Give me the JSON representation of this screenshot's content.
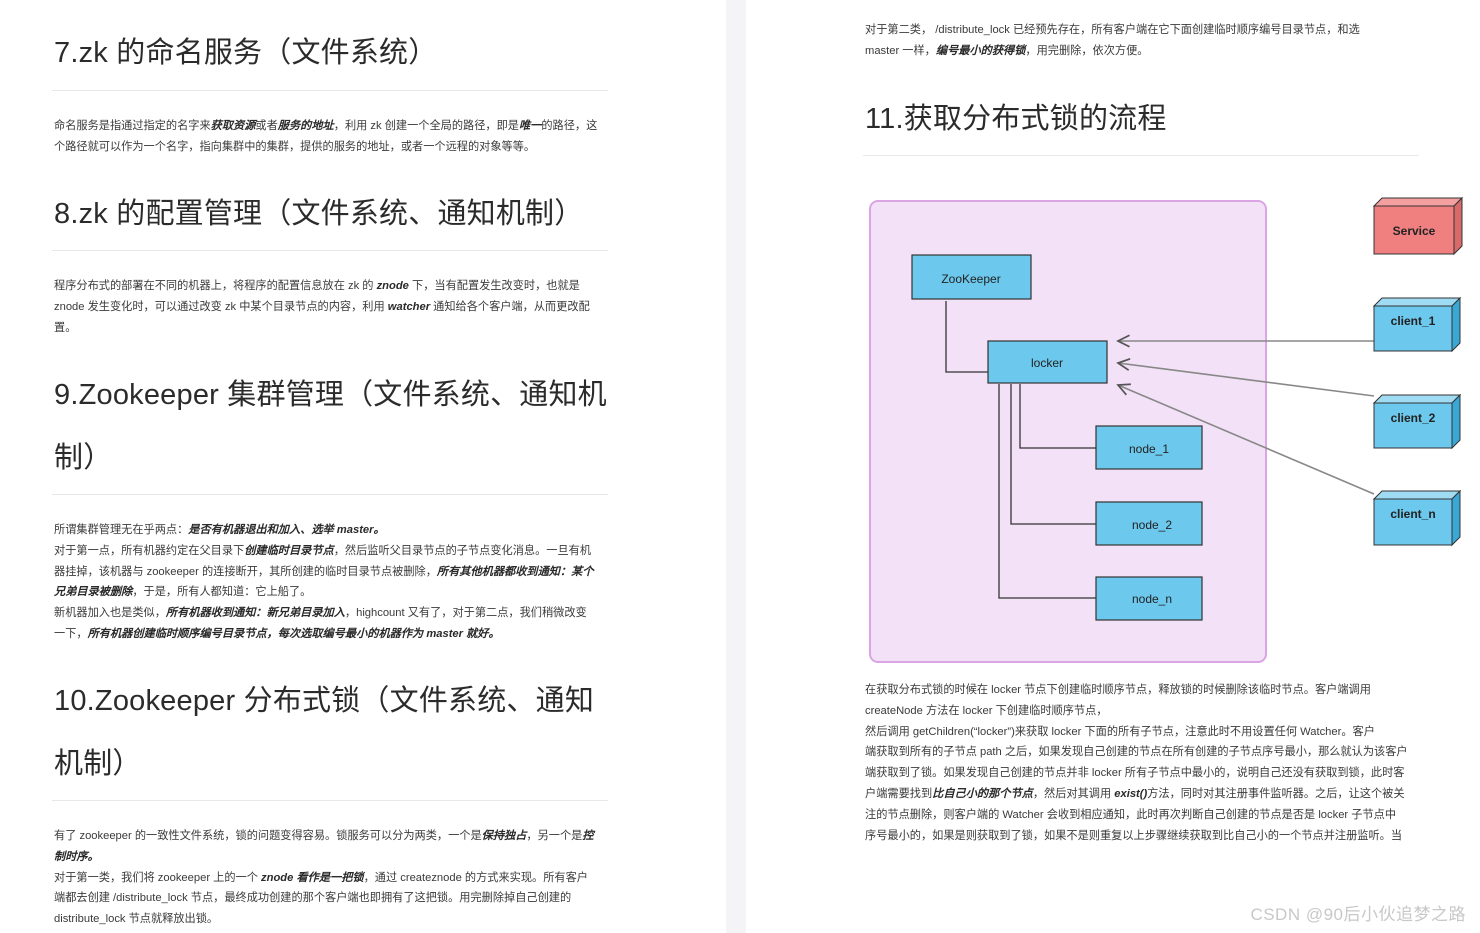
{
  "left": {
    "h7": "7.zk 的命名服务（文件系统）",
    "p7": [
      [
        {
          "t": "命名服务是指通过指定的名字来"
        },
        {
          "b": "获取资源"
        },
        {
          "t": "或者"
        },
        {
          "b": "服务的地址"
        },
        {
          "t": "，利用 zk 创建一个全局的路径，即是"
        },
        {
          "b": "唯一"
        },
        {
          "t": "的路径，这"
        }
      ],
      [
        {
          "t": "个路径就可以作为一个名字，指向集群中的集群，提供的服务的地址，或者一个远程的对象等等。"
        }
      ]
    ],
    "h8": "8.zk 的配置管理（文件系统、通知机制）",
    "p8": [
      [
        {
          "t": "程序分布式的部署在不同的机器上，将程序的配置信息放在 zk 的 "
        },
        {
          "b": "znode"
        },
        {
          "t": " 下，当有配置发生改变时，也就是"
        }
      ],
      [
        {
          "t": "znode 发生变化时，可以通过改变 zk 中某个目录节点的内容，利用 "
        },
        {
          "b": "watcher"
        },
        {
          "t": " 通知给各个客户端，从而更改配"
        }
      ],
      [
        {
          "t": "置。"
        }
      ]
    ],
    "h9a": "9.Zookeeper 集群管理（文件系统、通知机",
    "h9b": "制）",
    "p9": [
      [
        {
          "t": "所谓集群管理无在乎两点："
        },
        {
          "b": "是否有机器退出和加入、选举 master。"
        }
      ],
      [
        {
          "t": "对于第一点，所有机器约定在父目录下"
        },
        {
          "b": "创建临时目录节点"
        },
        {
          "t": "，然后监听父目录节点的子节点变化消息。一旦有机"
        }
      ],
      [
        {
          "t": "器挂掉，该机器与 zookeeper 的连接断开，其所创建的临时目录节点被删除，"
        },
        {
          "b": "所有其他机器都收到通知：某个"
        }
      ],
      [
        {
          "b": "兄弟目录被删除"
        },
        {
          "t": "，于是，所有人都知道：它上船了。"
        }
      ],
      [
        {
          "t": "新机器加入也是类似，"
        },
        {
          "b": "所有机器收到通知：新兄弟目录加入"
        },
        {
          "t": "，highcount 又有了，对于第二点，我们稍微改变"
        }
      ],
      [
        {
          "t": "一下，"
        },
        {
          "b": "所有机器创建临时顺序编号目录节点，每次选取编号最小的机器作为 master 就好。"
        }
      ]
    ],
    "h10a": "10.Zookeeper 分布式锁（文件系统、通知",
    "h10b": "机制）",
    "p10": [
      [
        {
          "t": "有了 zookeeper 的一致性文件系统，锁的问题变得容易。锁服务可以分为两类，一个是"
        },
        {
          "b": "保持独占"
        },
        {
          "t": "，另一个是"
        },
        {
          "b": "控"
        }
      ],
      [
        {
          "b": "制时序。"
        }
      ],
      [
        {
          "t": "对于第一类，我们将 zookeeper 上的一个 "
        },
        {
          "b": "znode 看作是一把锁"
        },
        {
          "t": "，通过 createznode 的方式来实现。所有客户"
        }
      ],
      [
        {
          "t": "端都去创建 /distribute_lock 节点，最终成功创建的那个客户端也即拥有了这把锁。用完删除掉自己创建的"
        }
      ],
      [
        {
          "t": "distribute_lock 节点就释放出锁。"
        }
      ]
    ]
  },
  "right": {
    "p_top": [
      [
        {
          "t": "对于第二类， /distribute_lock 已经预先存在，所有客户端在它下面创建临时顺序编号目录节点，和选"
        }
      ],
      [
        {
          "t": "master 一样，"
        },
        {
          "b": "编号最小的获得锁"
        },
        {
          "t": "，用完删除，依次方便。"
        }
      ]
    ],
    "h11": "11.获取分布式锁的流程",
    "p11": [
      [
        {
          "t": "在获取分布式锁的时候在 locker 节点下创建临时顺序节点，释放锁的时候删除该临时节点。客户端调用"
        }
      ],
      [
        {
          "t": "createNode 方法在 locker 下创建临时顺序节点，"
        }
      ],
      [
        {
          "t": "然后调用 getChildren(“locker”)来获取 locker 下面的所有子节点，注意此时不用设置任何 Watcher。客户"
        }
      ],
      [
        {
          "t": "端获取到所有的子节点 path 之后，如果发现自己创建的节点在所有创建的子节点序号最小，那么就认为该客户"
        }
      ],
      [
        {
          "t": "端获取到了锁。如果发现自己创建的节点并非 locker 所有子节点中最小的，说明自己还没有获取到锁，此时客"
        }
      ],
      [
        {
          "t": "户端需要找到"
        },
        {
          "b": "比自己小的那个节点"
        },
        {
          "t": "，然后对其调用 "
        },
        {
          "b": "exist()"
        },
        {
          "t": "方法，同时对其注册事件监听器。之后，让这个被关"
        }
      ],
      [
        {
          "t": "注的节点删除，则客户端的 Watcher 会收到相应通知，此时再次判断自己创建的节点是否是 locker 子节点中"
        }
      ],
      [
        {
          "t": "序号最小的，如果是则获取到了锁，如果不是则重复以上步骤继续获取到比自己小的一个节点并注册监听。当"
        }
      ]
    ]
  },
  "diagram": {
    "boxes": {
      "service": "Service",
      "zookeeper": "ZooKeeper",
      "locker": "locker",
      "node_1": "node_1",
      "node_2": "node_2",
      "node_n": "node_n",
      "client_1": "client_1",
      "client_2": "client_2",
      "client_n": "client_n"
    },
    "colors": {
      "container_fill": "#f3e1f7",
      "container_stroke": "#d9a6e3",
      "box_fill": "#6cc8ec",
      "service_fill": "#f08080"
    }
  },
  "watermark": "CSDN @90后小伙追梦之路"
}
